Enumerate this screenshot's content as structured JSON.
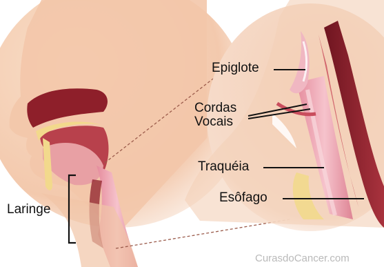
{
  "labels": {
    "epiglote": "Epiglote",
    "cordas_vocais_1": "Cordas",
    "cordas_vocais_2": "Vocais",
    "traqueia": "Traquéia",
    "esofago": "Esôfago",
    "laringe": "Laringe"
  },
  "watermark": "CurasdoCancer.com",
  "colors": {
    "skin": "#f4cdb3",
    "skin_shadow": "#e8ad8f",
    "cavity": "#8e1f2a",
    "tissue_pink": "#e99aa8",
    "tissue_light": "#f5c6cf",
    "fat_yellow": "#f2d98c",
    "leader": "#111111",
    "dashed": "#9a5a4a"
  }
}
